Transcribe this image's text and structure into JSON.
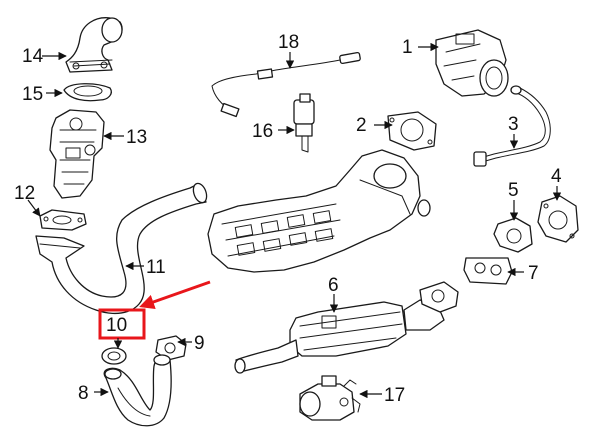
{
  "callouts": [
    {
      "number": "1"
    },
    {
      "number": "2"
    },
    {
      "number": "3"
    },
    {
      "number": "4"
    },
    {
      "number": "5"
    },
    {
      "number": "6"
    },
    {
      "number": "7"
    },
    {
      "number": "8"
    },
    {
      "number": "9"
    },
    {
      "number": "10"
    },
    {
      "number": "11"
    },
    {
      "number": "12"
    },
    {
      "number": "13"
    },
    {
      "number": "14"
    },
    {
      "number": "15"
    },
    {
      "number": "16"
    },
    {
      "number": "17"
    },
    {
      "number": "18"
    }
  ],
  "highlight": {
    "callout": "10",
    "box_color": "#e8161b",
    "arrow_color": "#e8161b"
  },
  "line_color": "#1a1a1a"
}
